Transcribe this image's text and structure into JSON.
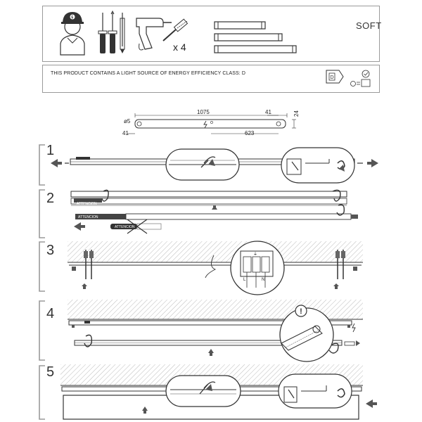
{
  "header": {
    "brand": "SOFT",
    "screw_qty": "x 4"
  },
  "notice": {
    "text": "THIS PRODUCT CONTAINS A LIGHT SOURCE OF ENERGY EFFICIENCY CLASS: D"
  },
  "dimensions": {
    "diameter": "ø5",
    "length": "1075",
    "end_offset": "41",
    "height": "24",
    "left_offset": "41",
    "center_distance": "623"
  },
  "steps": [
    {
      "number": "1"
    },
    {
      "number": "2",
      "tag": "ATTENCION"
    },
    {
      "number": "3",
      "terminal_labels": [
        "L",
        "N",
        "⏚"
      ]
    },
    {
      "number": "4",
      "warning": "!"
    },
    {
      "number": "5"
    }
  ],
  "colors": {
    "frame": "#9a9a9a",
    "line": "#333333",
    "hatch": "#bbbbbb"
  }
}
